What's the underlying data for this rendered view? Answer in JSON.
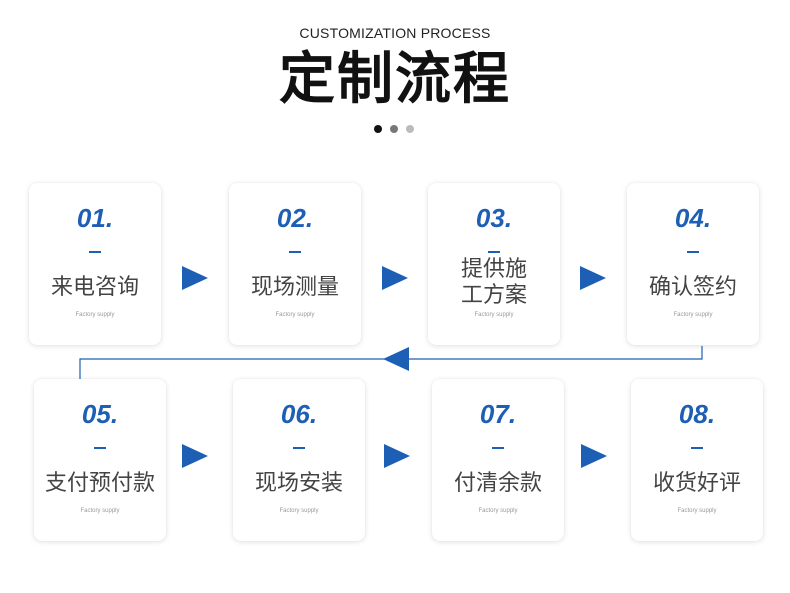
{
  "header": {
    "eyebrow": "CUSTOMIZATION PROCESS",
    "title": "定制流程"
  },
  "dots": [
    "#111111",
    "#777777",
    "#bbbbbb"
  ],
  "accent_color": "#1d5fb5",
  "steps": [
    {
      "number": "01.",
      "dash": "–",
      "label": "来电咨询",
      "sub": "Factory supply"
    },
    {
      "number": "02.",
      "dash": "–",
      "label": "现场测量",
      "sub": "Factory supply"
    },
    {
      "number": "03.",
      "dash": "–",
      "label_line1": "提供施",
      "label_line2": "工方案",
      "sub": "Factory supply"
    },
    {
      "number": "04.",
      "dash": "–",
      "label": "确认签约",
      "sub": "Factory supply"
    },
    {
      "number": "05.",
      "dash": "–",
      "label": "支付预付款",
      "sub": "Factory supply"
    },
    {
      "number": "06.",
      "dash": "–",
      "label": "现场安装",
      "sub": "Factory supply"
    },
    {
      "number": "07.",
      "dash": "–",
      "label": "付清余款",
      "sub": "Factory supply"
    },
    {
      "number": "08.",
      "dash": "–",
      "label": "收货好评",
      "sub": "Factory supply"
    }
  ]
}
